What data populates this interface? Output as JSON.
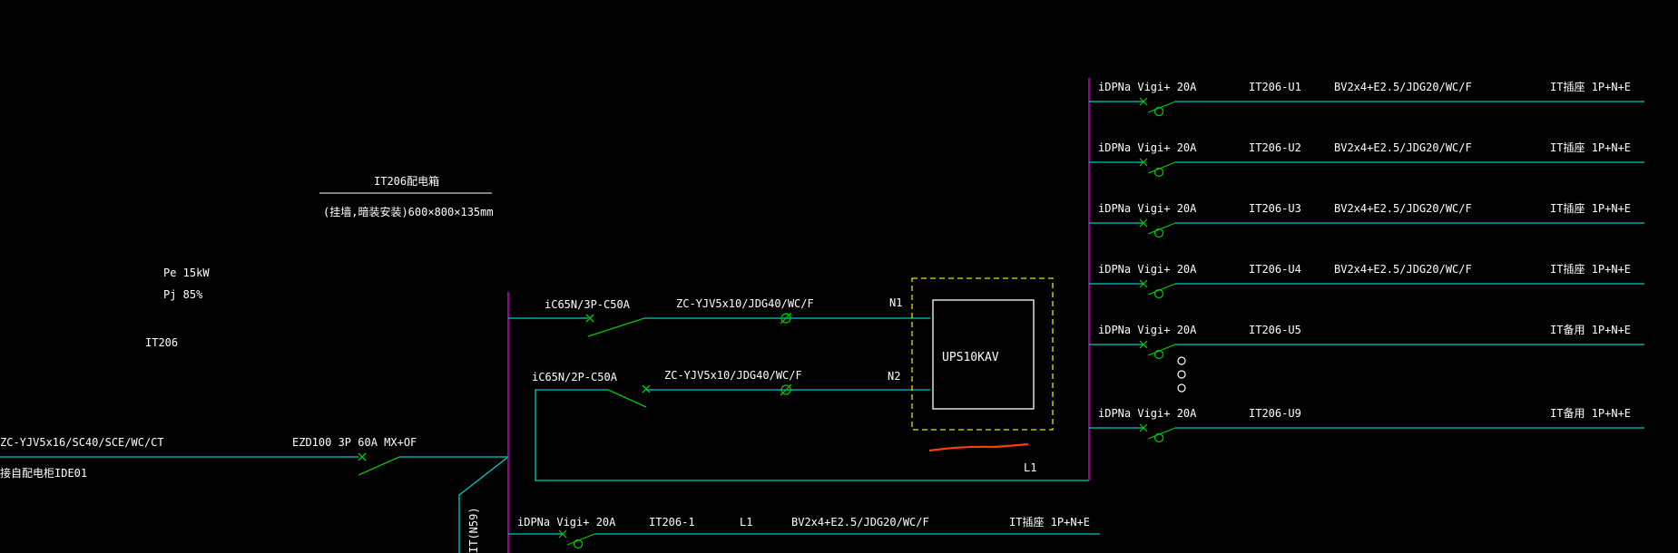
{
  "colors": {
    "background": "#000000",
    "wire": "#00c8c8",
    "bus": "#c800c8",
    "switch": "#00c800",
    "text": "#ffffff",
    "ups_dashed": "#e6e600",
    "annotation": "#ff4000"
  },
  "panel": {
    "title": "IT206配电箱",
    "install": "(挂墙,暗装安装)600×800×135mm",
    "pe": "Pe 15kW",
    "pj": "Pj 85%",
    "name": "IT206"
  },
  "incoming": {
    "cable": "ZC-YJV5x16/SC40/SCE/WC/CT",
    "source": "接自配电柜IDE01",
    "breaker": "EZD100 3P 60A MX+OF",
    "vertical_label": "IT(N59)"
  },
  "ups_branch": {
    "breaker1": "iC65N/3P-C50A",
    "cable1": "ZC-YJV5x10/JDG40/WC/F",
    "terminal1": "N1",
    "breaker2": "iC65N/2P-C50A",
    "cable2": "ZC-YJV5x10/JDG40/WC/F",
    "terminal2": "N2",
    "ups_label": "UPS10KAV",
    "return_label": "L1"
  },
  "ups_outputs": [
    {
      "breaker": "iDPNa Vigi+ 20A",
      "circuit": "IT206-U1",
      "cable": "BV2x4+E2.5/JDG20/WC/F",
      "usage": "IT插座 1P+N+E"
    },
    {
      "breaker": "iDPNa Vigi+ 20A",
      "circuit": "IT206-U2",
      "cable": "BV2x4+E2.5/JDG20/WC/F",
      "usage": "IT插座 1P+N+E"
    },
    {
      "breaker": "iDPNa Vigi+ 20A",
      "circuit": "IT206-U3",
      "cable": "BV2x4+E2.5/JDG20/WC/F",
      "usage": "IT插座 1P+N+E"
    },
    {
      "breaker": "iDPNa Vigi+ 20A",
      "circuit": "IT206-U4",
      "cable": "BV2x4+E2.5/JDG20/WC/F",
      "usage": "IT插座 1P+N+E"
    },
    {
      "breaker": "iDPNa Vigi+ 20A",
      "circuit": "IT206-U5",
      "cable": "",
      "usage": "IT备用 1P+N+E"
    },
    {
      "breaker": "iDPNa Vigi+ 20A",
      "circuit": "IT206-U9",
      "cable": "",
      "usage": "IT备用 1P+N+E"
    }
  ],
  "lower_branch": {
    "breaker": "iDPNa Vigi+ 20A",
    "circuit": "IT206-1",
    "phase": "L1",
    "cable": "BV2x4+E2.5/JDG20/WC/F",
    "usage": "IT插座 1P+N+E"
  }
}
